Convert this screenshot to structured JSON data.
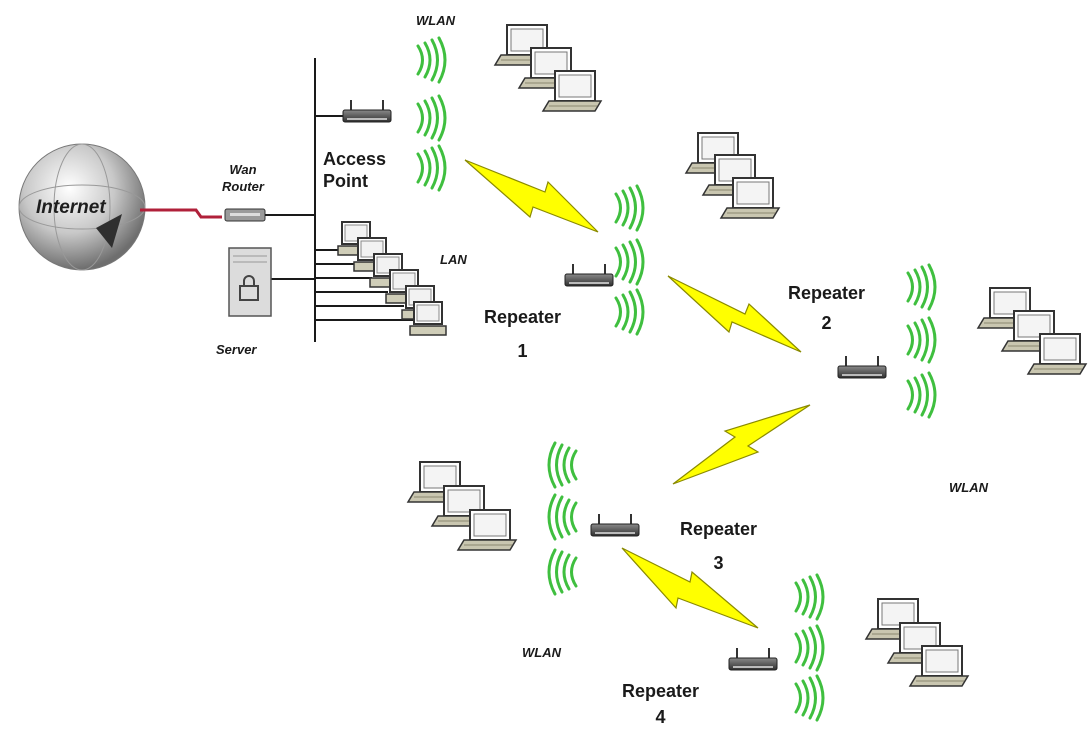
{
  "labels": {
    "internet": "Internet",
    "wan_router": "Wan\nRouter",
    "server": "Server",
    "access_point": "Access\nPoint",
    "lan": "LAN",
    "wlan": "WLAN",
    "repeater1": "Repeater\n1",
    "repeater2": "Repeater\n2",
    "repeater3": "Repeater\n3",
    "repeater4": "Repeater\n4"
  },
  "colors": {
    "wave": "#3fbf3f",
    "lightning": "#ffff00",
    "lightning_stroke": "#8a8a00",
    "wan_link": "#b0203a",
    "bus": "#1a1a1a"
  },
  "icons": [
    "globe-icon",
    "router-icon",
    "server-icon",
    "laptop-icon",
    "desktop-icon",
    "wireless-wave-icon",
    "lightning-link-icon"
  ]
}
